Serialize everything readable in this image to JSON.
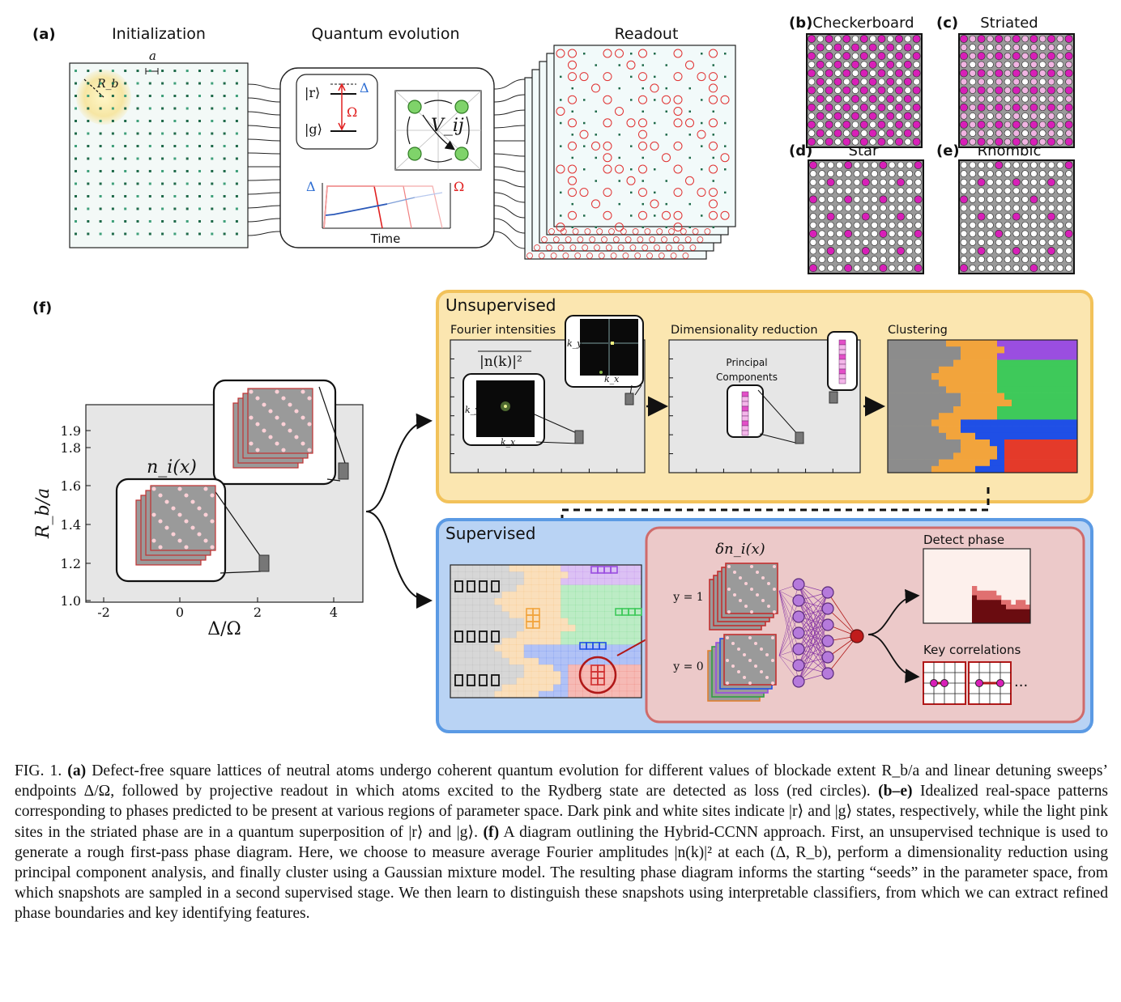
{
  "panel_a": {
    "label": "(a)",
    "titles": [
      "Initialization",
      "Quantum evolution",
      "Readout"
    ],
    "spacing_label": "a",
    "radius_label": "R_b",
    "state_r": "|r⟩",
    "state_g": "|g⟩",
    "delta": "Δ",
    "omega": "Ω",
    "interaction": "V_ij",
    "time_label": "Time"
  },
  "panels_b_e": [
    {
      "label": "(b)",
      "title": "Checkerboard"
    },
    {
      "label": "(c)",
      "title": "Striated"
    },
    {
      "label": "(d)",
      "title": "Star"
    },
    {
      "label": "(e)",
      "title": "Rhombic"
    }
  ],
  "panel_f": {
    "label": "(f)",
    "y_axis_label": "R_b/a",
    "x_axis_label": "Δ/Ω",
    "y_ticks": [
      "1.9",
      "1.8",
      "1.6",
      "1.4",
      "1.2",
      "1.0"
    ],
    "x_ticks": [
      "-2",
      "0",
      "2",
      "4"
    ],
    "snapshot_label": "n_i(x)",
    "unsupervised_title": "Unsupervised",
    "fourier_title": "Fourier intensities",
    "fourier_formula": "|n(k)|²",
    "kx": "k_x",
    "ky": "k_y",
    "dimred_title": "Dimensionality reduction",
    "principal_components": [
      "Principal",
      "Components"
    ],
    "clustering_title": "Clustering",
    "supervised_title": "Supervised",
    "delta_n_label": "δn_i(x)",
    "y1_label": "y = 1",
    "y0_label": "y = 0",
    "detect_phase": "Detect phase",
    "key_correlations": "Key correlations",
    "ellipsis": "..."
  },
  "caption": {
    "parts": [
      "FIG. 1. ",
      "(a)",
      " Defect-free square lattices of neutral atoms undergo coherent quantum evolution for different values of blockade extent R_b/a and linear detuning sweeps’ endpoints Δ/Ω, followed by projective readout in which atoms excited to the Rydberg state are detected as loss (red circles). ",
      "(b–e)",
      " Idealized real-space patterns corresponding to phases predicted to be present at various regions of parameter space. Dark pink and white sites indicate |r⟩ and |g⟩ states, respectively, while the light pink sites in the striated phase are in a quantum superposition of |r⟩ and |g⟩. ",
      "(f)",
      " A diagram outlining the Hybrid-CCNN approach. First, an unsupervised technique is used to generate a rough first-pass phase diagram. Here, we choose to measure average Fourier amplitudes |n(k)|² at each (Δ, R_b), perform a dimensionality reduction using principal component analysis, and finally cluster using a Gaussian mixture model. The resulting phase diagram informs the starting “seeds” in the parameter space, from which snapshots are sampled in a second supervised stage. We then learn to distinguish these snapshots using interpretable classifiers, from which we can extract refined phase boundaries and key identifying features."
    ]
  },
  "colors": {
    "rydberg_pink": "#d81fb8",
    "readout_red": "#e03030",
    "unsupervised_bg": "#fbe6b0",
    "unsupervised_border": "#f2c25a",
    "supervised_bg": "#b9d3f4",
    "supervised_border": "#5b9ae4",
    "classifier_bg": "#ecc9c9",
    "classifier_border": "#cf6b6b",
    "cluster_gray": "#8c8c8c",
    "cluster_orange": "#f2a43c",
    "cluster_purple": "#9a4ee0",
    "cluster_green": "#3ec95a",
    "cluster_blue": "#1f4fe6",
    "cluster_red": "#e43a2a"
  }
}
